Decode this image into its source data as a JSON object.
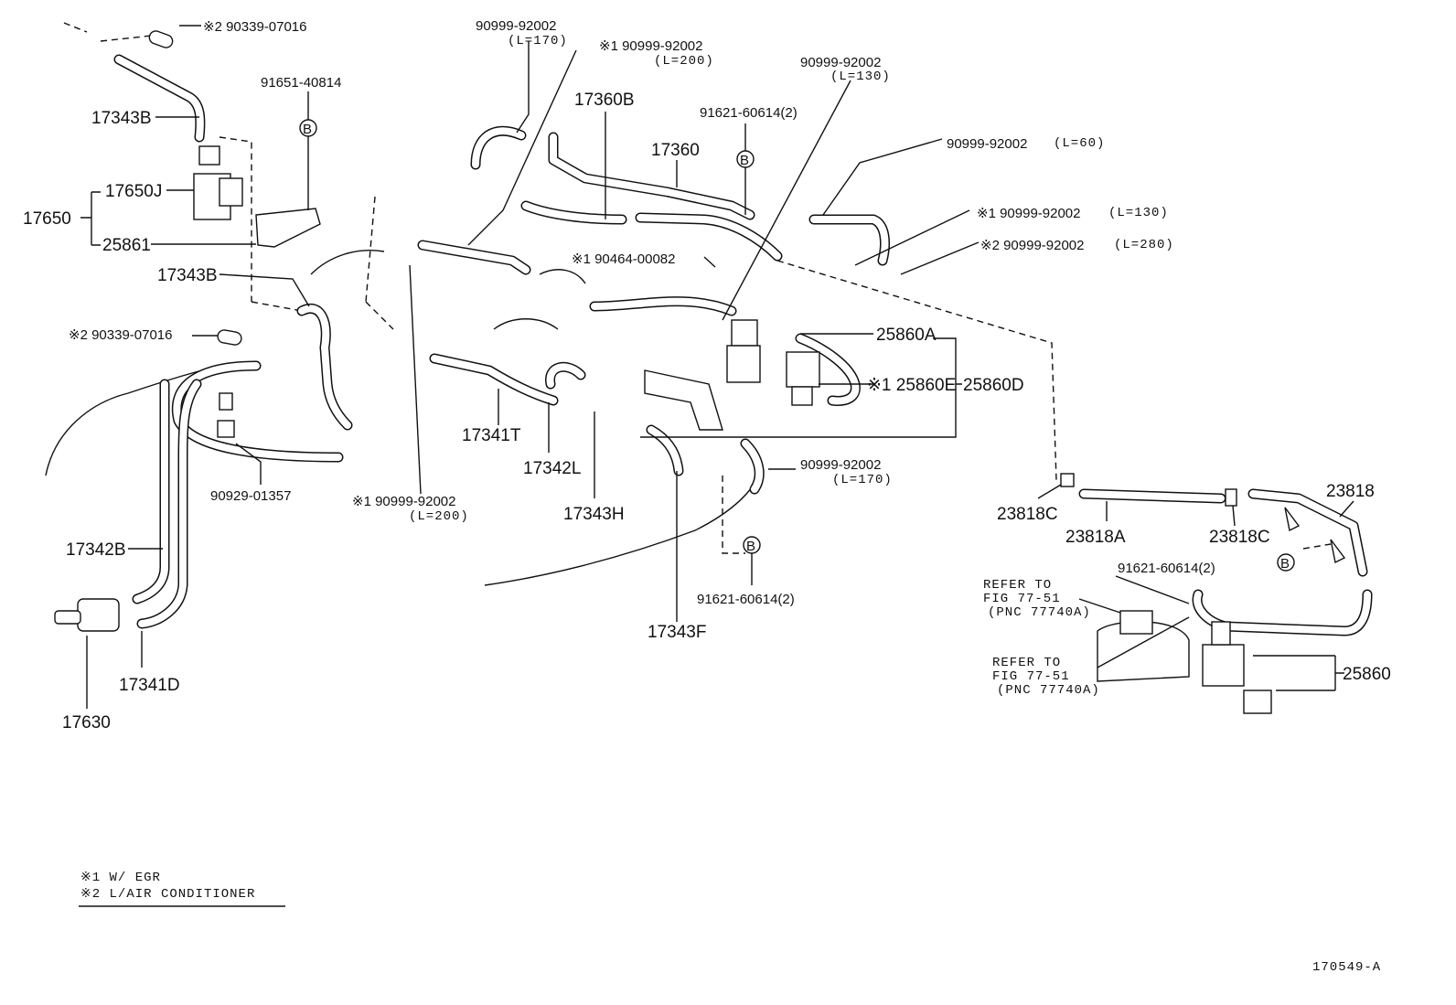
{
  "labels": {
    "p90339_07016_top": "※2 90339-07016",
    "p17343B_top": "17343B",
    "p91651_40814": "91651-40814",
    "p17650": "17650",
    "p17650J": "17650J",
    "p25861": "25861",
    "p17343B_mid": "17343B",
    "p90339_07016_mid": "※2 90339-07016",
    "p90929_01357": "90929-01357",
    "p17342B": "17342B",
    "p17630": "17630",
    "p17341D": "17341D",
    "p90999_a": "90999-92002",
    "p90999_a_len": "(L=170)",
    "p90999_b": "※1 90999-92002",
    "p90999_b_len": "(L=200)",
    "p17360B": "17360B",
    "p17360": "17360",
    "p91621_top": "91621-60614(2)",
    "p90999_c": "90999-92002",
    "p90999_c_len": "(L=130)",
    "p90999_d": "90999-92002",
    "p90999_d_len": "(L=60)",
    "p90999_e": "※1 90999-92002",
    "p90999_e_len": "(L=130)",
    "p90999_f": "※2 90999-92002",
    "p90999_f_len": "(L=280)",
    "p90464": "※1 90464-00082",
    "p25860A": "25860A",
    "p25860E": "※1 25860E",
    "p25860D": "25860D",
    "p17341T": "17341T",
    "p17342L": "17342L",
    "p17343H": "17343H",
    "p90999_g": "90999-92002",
    "p90999_g_len": "(L=170)",
    "p90999_h": "※1 90999-92002",
    "p90999_h_len": "(L=200)",
    "p91621_mid": "91621-60614(2)",
    "p17343F": "17343F",
    "p23818C_left": "23818C",
    "p23818A": "23818A",
    "p23818C_right": "23818C",
    "p23818": "23818",
    "p91621_right": "91621-60614(2)",
    "p25860": "25860",
    "b_letter": "B"
  },
  "refer1": [
    "REFER TO",
    "FIG 77-51",
    "(PNC 77740A)"
  ],
  "refer2": [
    "REFER TO",
    "FIG 77-51",
    "(PNC 77740A)"
  ],
  "legend": [
    "※1 W/ EGR",
    "※2 L/AIR CONDITIONER"
  ],
  "figure_id": "170549-A"
}
